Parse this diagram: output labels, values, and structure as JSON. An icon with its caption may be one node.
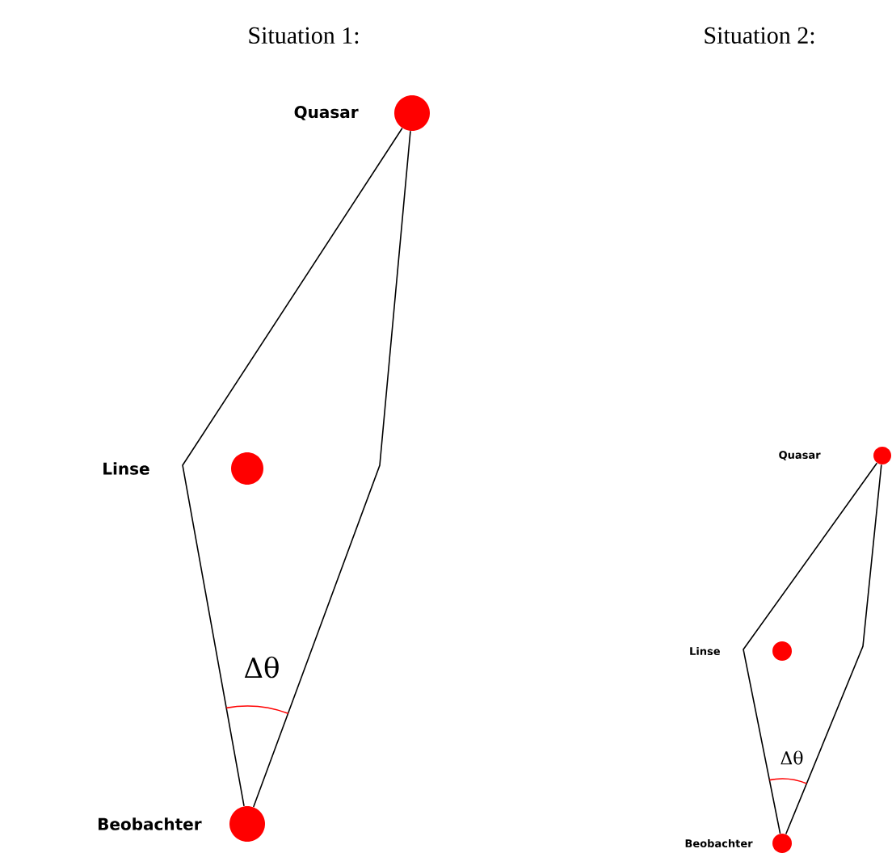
{
  "diagram": {
    "nodes": [
      {
        "text": [],
        "shape": "circle"
      },
      {
        "text": [],
        "shape": "circle"
      },
      {
        "text": [],
        "shape": "circle"
      },
      {
        "text": [],
        "shape": "circle"
      },
      {
        "text": [],
        "shape": "circle"
      },
      {
        "text": [],
        "shape": "circle"
      }
    ],
    "edges": [
      {
        "from": 0,
        "to": 2,
        "arrow": "none"
      },
      {
        "from": 0,
        "to": 2,
        "arrow": "none"
      },
      {
        "from": 3,
        "to": 5,
        "arrow": "none"
      },
      {
        "from": 3,
        "to": 5,
        "arrow": "none"
      }
    ],
    "labels": [
      "Situation 1:",
      "Situation 2:",
      "Quasar",
      "Linse",
      "Δθ",
      "Beobachter",
      "Quasar",
      "Linse",
      "Δθ",
      "Beobachter"
    ]
  }
}
